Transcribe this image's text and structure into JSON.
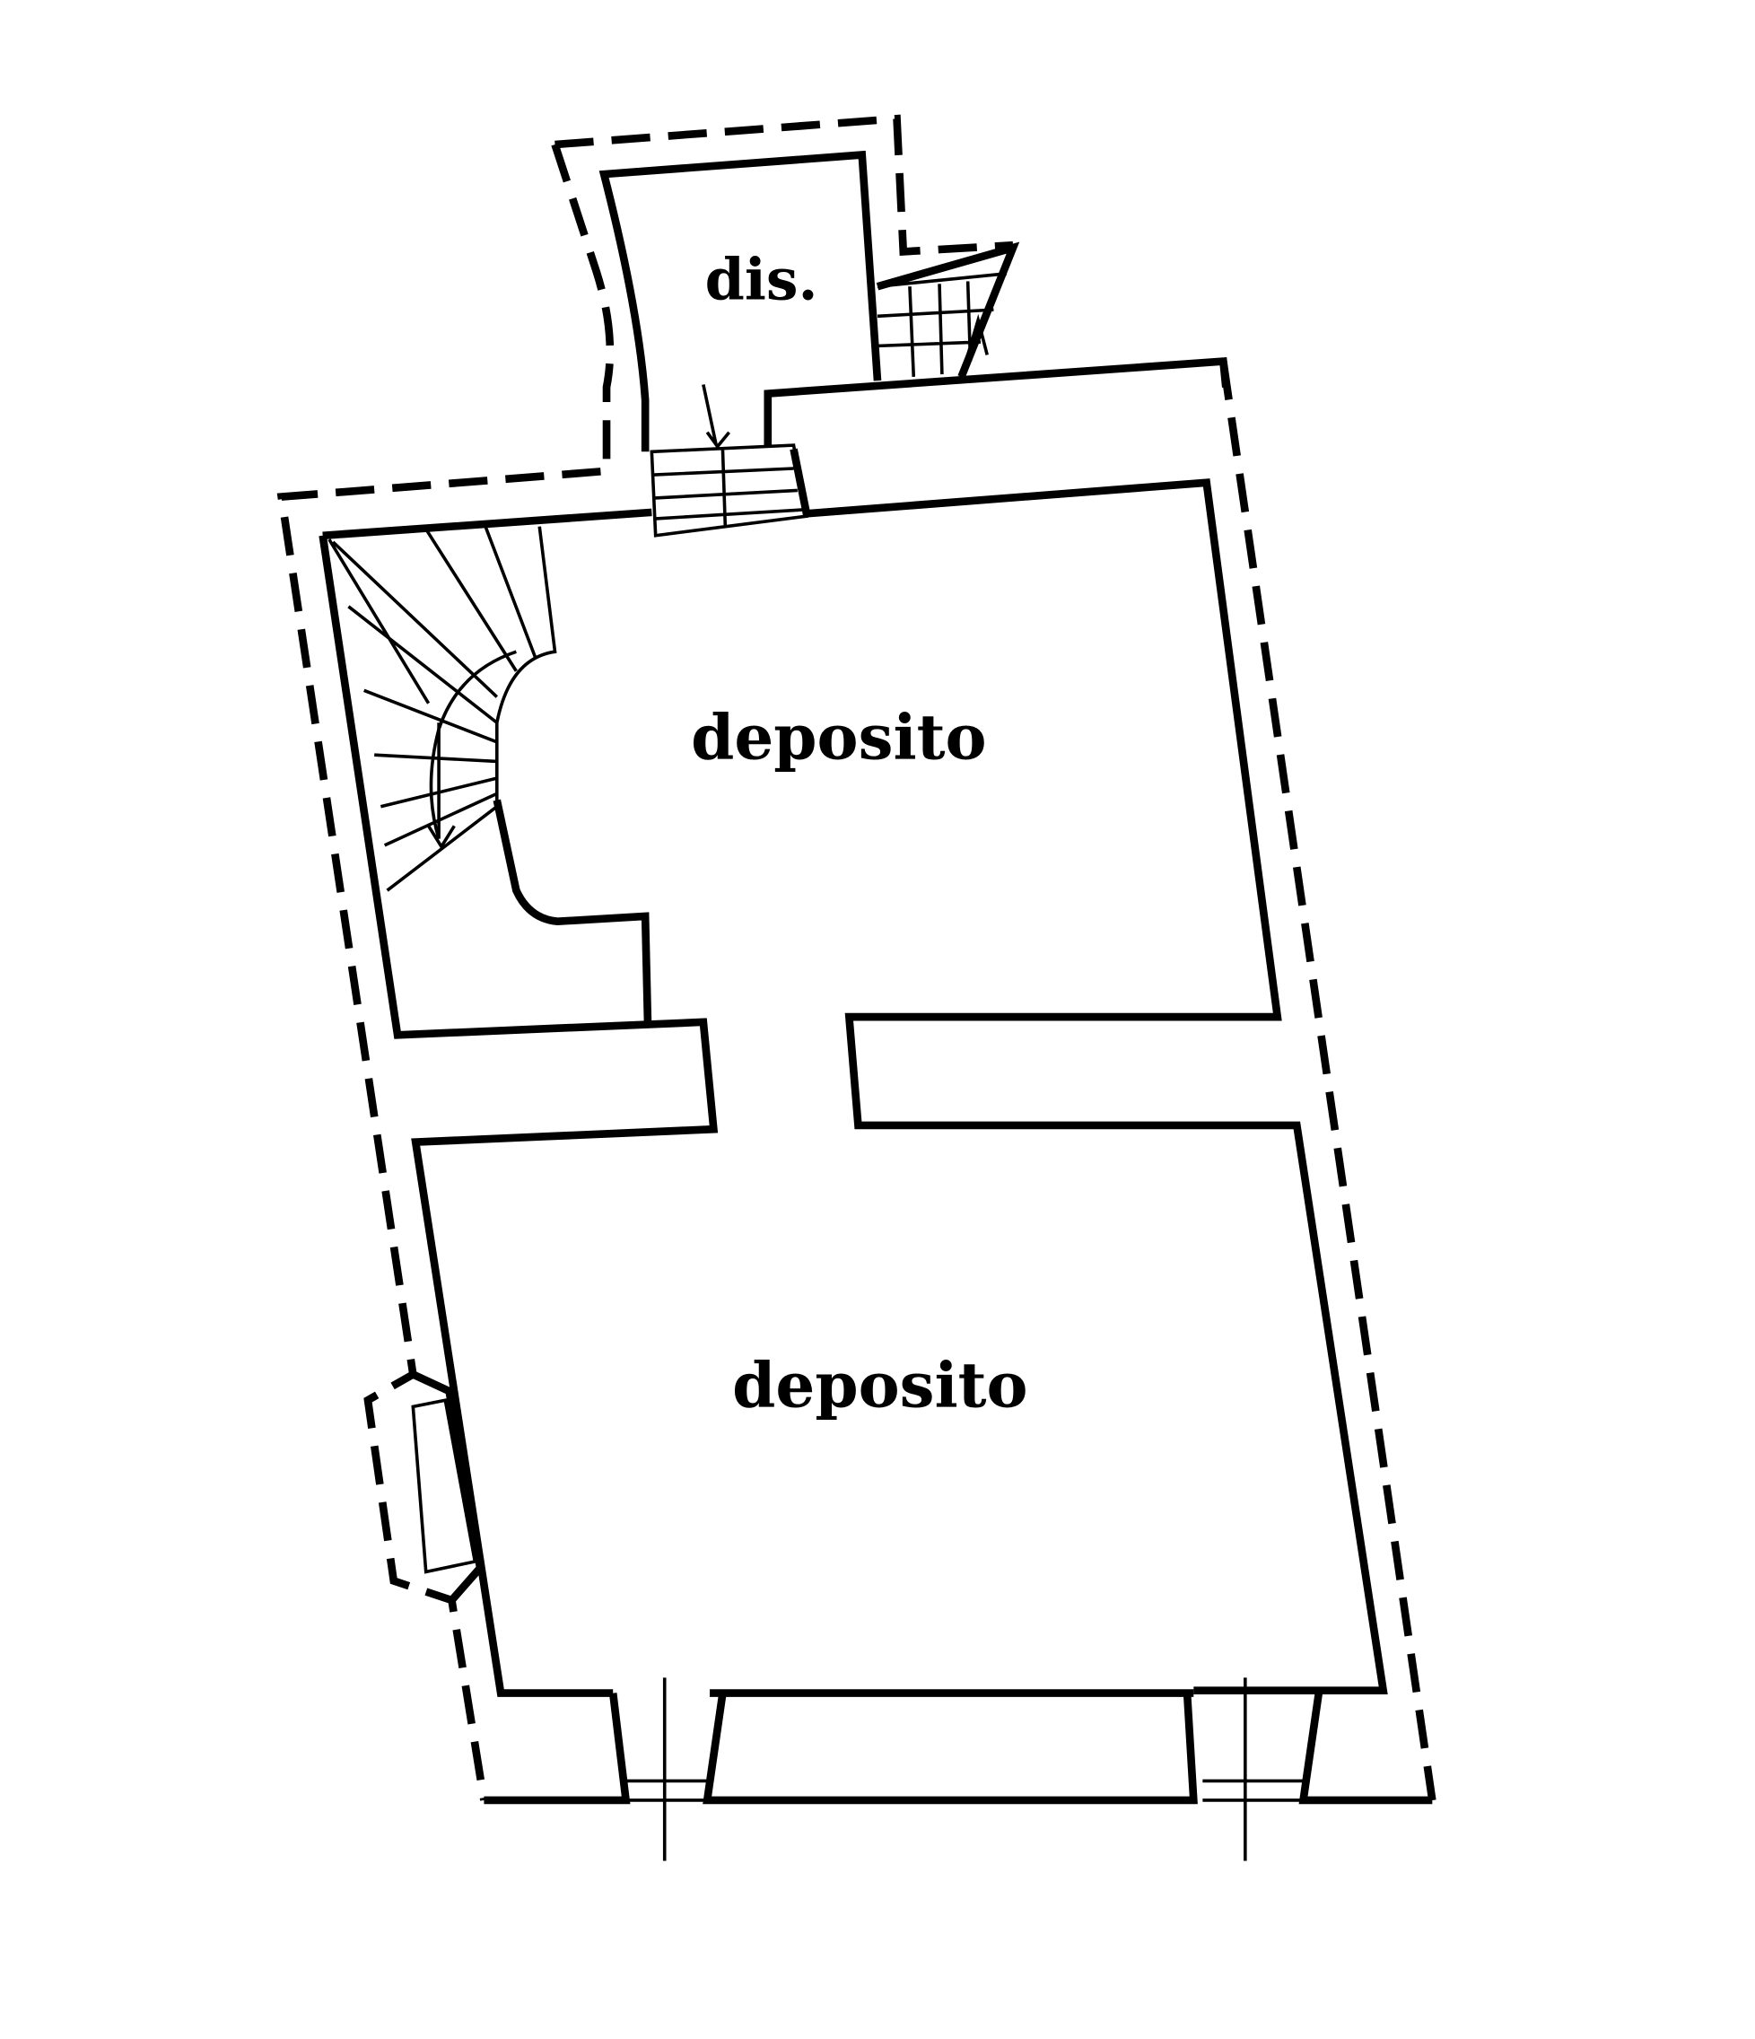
{
  "rooms": [
    {
      "label": "dis."
    },
    {
      "label": "deposito"
    },
    {
      "label": "deposito"
    }
  ],
  "colors": {
    "line": "#000000",
    "background": "#ffffff"
  }
}
